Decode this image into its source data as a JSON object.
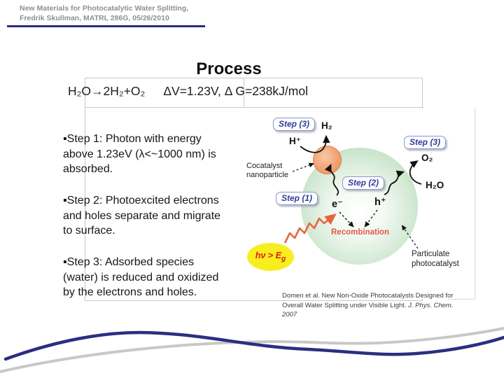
{
  "header": {
    "line1": "New Materials for Photocatalytic Water Splitting,",
    "line2": "Fredrik Skullman, MATRL 286G, 05/26/2010"
  },
  "slide": {
    "title": "Process",
    "equation": {
      "reaction": "H₂O→2H₂+O₂",
      "thermo": "ΔV=1.23V, Δ G=238kJ/mol"
    },
    "bullets": [
      {
        "lines": [
          "▪Step 1: Photon with energy",
          "above 1.23eV (λ<~1000 nm) is",
          "absorbed."
        ]
      },
      {
        "lines": [
          "▪Step 2: Photoexcited electrons",
          "and holes separate and migrate",
          "to surface."
        ]
      },
      {
        "lines": [
          "▪Step 3: Adsorbed species",
          "(water) is reduced and oxidized",
          "by the electrons and holes."
        ]
      }
    ],
    "citation": {
      "normal": "Domen et al. New Non-Oxide Photocatalysts Designed for Overall Water Splitting under Visible Light. ",
      "italic": "J. Phys. Chem. 2007"
    }
  },
  "diagram": {
    "badges": {
      "step1": "Step (1)",
      "step2": "Step (2)",
      "step3_left": "Step (3)",
      "step3_right": "Step (3)"
    },
    "labels": {
      "h2": "H₂",
      "h_plus": "H⁺",
      "o2": "O₂",
      "h2o": "H₂O",
      "electron": "e⁻",
      "hole": "h⁺",
      "cocatalyst_line1": "Cocatalyst",
      "cocatalyst_line2": "nanoparticle",
      "recombination": "Recombination",
      "particulate_line1": "Particulate",
      "particulate_line2": "photocatalyst",
      "photon_main": "hν > E",
      "photon_sub": "g"
    },
    "colors": {
      "sphere_green": "#c4e3c7",
      "cocatalyst_orange": "#f2a172",
      "photon_arrow": "#e8643c",
      "recombination_red": "#e2584a",
      "badge_border": "#8a94c9",
      "badge_text": "#303da0",
      "photon_ellipse_yellow": "#f7ee1f"
    }
  },
  "footer": {
    "wave_navy": "#2b2e83",
    "wave_gray": "#c8c8c8"
  }
}
